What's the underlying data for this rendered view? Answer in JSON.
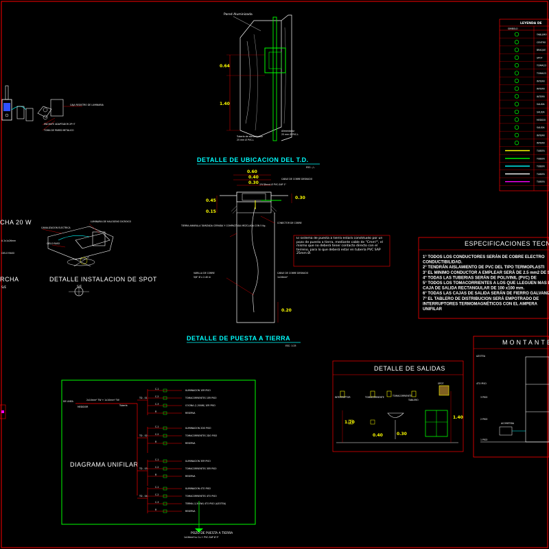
{
  "ubicacion": {
    "title": "DETALLE DE UBICACION DEL T.D.",
    "scale": "ESC:--/--",
    "wall_label": "Pared Aluminizada",
    "dim_top": "0.64",
    "dim_bottom": "1.40",
    "pipe_note": "Tubería de alimentación",
    "pipe_spec": "25 mm Ø PVC-L",
    "wall_note": "Alimentador",
    "wall_spec": "25 mm Ø PVC-L"
  },
  "puesta_tierra": {
    "title": "DETALLE DE PUESTA A TIERRA",
    "scale": "ESC: 1:25",
    "dims": [
      "0.60",
      "0.40",
      "0.30",
      "0.45",
      "0.15",
      "0.30",
      "0.20"
    ],
    "label_cable": "CABLE DE COBRE DESNUDO",
    "label_conduit": "1½\"Ømnd Ø PVC-SAP 1\"",
    "label_fill": "TIERRA AMARILLA TAMIZADA CERNIDA Y COMPACTADA MEZCLADA CON 5 Kg.",
    "label_connector": "CONECTOR DE COBRE",
    "label_rod": "VARILLA DE COBRE",
    "label_rod_spec": "5/8\" Ø x 2.40 m",
    "label_cable2": "CABLE DE COBRE DESNUDO",
    "label_cable2_spec": "1x16mm²",
    "note": "El sistema de puesta a tierra estará constituido por un pozo de puesta a tierra, mediante cable de \"Cmm²\", el mismo que no deberá tener contacto directo con el terreno, para lo que deberá estar en tubería PVC SAP 25mm Ø."
  },
  "spot": {
    "title": "DETALLE INSTALACION DE SPOT",
    "scale": "S/E",
    "label_a": "CANALIZACION ELECTRICA",
    "label_b": "LUMINARIA DE HALOGENO DICROICO",
    "label_c": "CIELO RASO",
    "partial_left_top": "CHA  20 W",
    "partial_left_mid": "RCHA",
    "partial_left_low": "S/E",
    "partial_left_note": "A 2x1x26mm",
    "partial_left_note2": "CIELO RASO"
  },
  "tomacorriente": {
    "label_a": "CAJA REGISTRO DE LUMINARIA",
    "label_b": "ENCHUFE ADAPTADOR 2P+T",
    "label_c": "TOMA DE PARED METALICO"
  },
  "unifilar": {
    "title": "DIAGRAMA UNIFILAR",
    "de_linea": "DE LINEA",
    "medidor": "MEDIDOR",
    "main_cable": "2x10mm² TW + 1x10mm² TW",
    "main_pipe": "Tubería",
    "td": [
      "TD - 01",
      "TD - 02",
      "TD - 03",
      "TD - 04"
    ],
    "circuits": [
      [
        "C-1",
        "ILUMINACION  1ER PISO",
        "C-2",
        "TOMACORRIENTES 1ER PISO",
        "C-3",
        "COCINA (1,500W) 1ER PISO",
        "R",
        "RESERVA"
      ],
      [
        "C-1",
        "ILUMINACION  2DO PISO",
        "C-2",
        "TOMACORRIENTES 2DO PISO",
        "R",
        "RESERVA"
      ],
      [
        "C-1",
        "ILUMINACION  3ER PISO",
        "C-2",
        "TOMACORRIENTES 3ER PISO",
        "R",
        "RESERVA"
      ],
      [
        "C-1",
        "ILUMINACION  4TO PISO",
        "C-2",
        "TOMACORRIENTES 4TO PISO",
        "C-3",
        "TERMA (1,500W) 4TO PISO (AZOTEA)",
        "R",
        "RESERVA"
      ]
    ],
    "ground": "POZO DE PUESTA A TIERRA",
    "ground_spec": "1x16mm²cu  Cu + PVC-SAP Ø 3\""
  },
  "salidas": {
    "title": "DETALLE DE SALIDAS",
    "labels": [
      "INTERRUPTOR",
      "TOMACORRIENTE",
      "TOMACORRIENTE",
      "TABLERO",
      "SPOT"
    ],
    "dims": [
      "1.20",
      "0.40",
      "0.30",
      "1.40"
    ]
  },
  "leyenda": {
    "title": "LEYENDA DE",
    "col_a": "SIMBOLO",
    "rows": [
      "TABLERO",
      "CENTRO",
      "BRAQUE",
      "SPOT",
      "TOMACO",
      "TOMACO",
      "INTERR",
      "INTERR",
      "INTERR",
      "SALIDA",
      "SALIDA",
      "MEDIDO",
      "SALIDA",
      "INTERR",
      "INTERR",
      "TUBERI",
      "TUBERI",
      "TUBERI",
      "TUBERI",
      "TUBERI"
    ]
  },
  "especificaciones": {
    "title": "ESPECIFICACIONES TECN",
    "items": [
      "1° TODOS LOS CONDUCTORES SERÁN DE COBRE ELECTRO",
      "    CONDUCTIBILIDAD.",
      "2° TENDRÁN AISLAMIENTO DE PVC DEL TIPO TERMOPLASTI",
      "3° EL MINIMO CONDUCTOR A EMPLEAR SERÁ DE 2.5 mm2 DE S",
      "4° TODAS LAS TUBERIAS SERÁN DE POLIVINIL (PVC) DE",
      "5° TODOS LOS TOMACORRIENTES A LOS QUE LLEGUEN MAS D",
      "    CAJA DE SALIDA RECTANGULAR DE 100 x100 mm.",
      "6° TODAS LAS CAJAS DE SALIDA SERÁN DE FIERRO GALVANIZ",
      "7° EL TABLERO DE DISTRIBUCION SERÁ EMPOTRADO DE",
      "    INTERRUPTORES TERMOMAGNÉTICOS CON EL AMPERA",
      "    UNIFILAR"
    ]
  },
  "montante": {
    "title": "MONTANTE",
    "levels": [
      "AZOTEA",
      "4TO PISO",
      "3 PISO",
      "2 PISO",
      "1 PISO"
    ],
    "acometida": "ACOMETIDA"
  },
  "colors": {
    "title": "#00ffff",
    "frame": "#ff0000",
    "unifilar_frame": "#00ff00",
    "dim": "#ffff00",
    "pipe_green": "#00ff00",
    "magenta": "#ff00ff"
  }
}
